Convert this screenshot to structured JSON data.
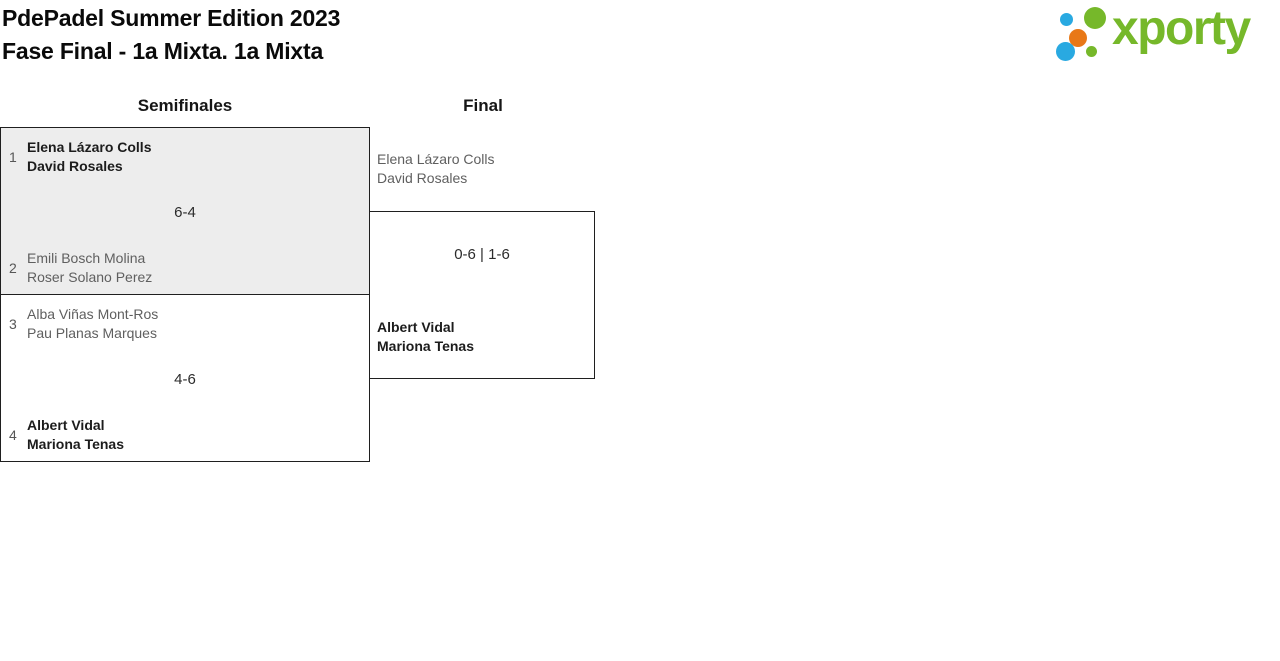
{
  "header": {
    "title": "PdePadel Summer Edition 2023",
    "subtitle": "Fase Final - 1a Mixta. 1a Mixta"
  },
  "logo": {
    "wordmark": "xporty"
  },
  "rounds": [
    {
      "label": "Semifinales"
    },
    {
      "label": "Final"
    }
  ],
  "bracket": {
    "semifinals": [
      {
        "team1": {
          "seed": "1",
          "players": [
            "Elena Lázaro Colls",
            "David Rosales"
          ],
          "winner": true
        },
        "score": "6-4",
        "team2": {
          "seed": "2",
          "players": [
            "Emili Bosch Molina",
            "Roser Solano Perez"
          ],
          "winner": false
        }
      },
      {
        "team1": {
          "seed": "3",
          "players": [
            "Alba Viñas Mont-Ros",
            "Pau Planas Marques"
          ],
          "winner": false
        },
        "score": "4-6",
        "team2": {
          "seed": "4",
          "players": [
            "Albert Vidal",
            "Mariona Tenas"
          ],
          "winner": true
        }
      }
    ],
    "final": {
      "team1": {
        "players": [
          "Elena Lázaro Colls",
          "David Rosales"
        ],
        "winner": false
      },
      "score": "0-6 | 1-6",
      "team2": {
        "players": [
          "Albert Vidal",
          "Mariona Tenas"
        ],
        "winner": true
      }
    }
  },
  "theme": {
    "logo-green": "#76b82a",
    "logo-blue": "#29a9e1",
    "logo-orange": "#e87817",
    "box-border": "#1f1f1f",
    "shaded-box-bg": "#ededed",
    "winner-text": "#1c1c1c",
    "loser-text": "#5f5f5f",
    "seed-text": "#565656",
    "score-text": "#2b2b2b"
  }
}
